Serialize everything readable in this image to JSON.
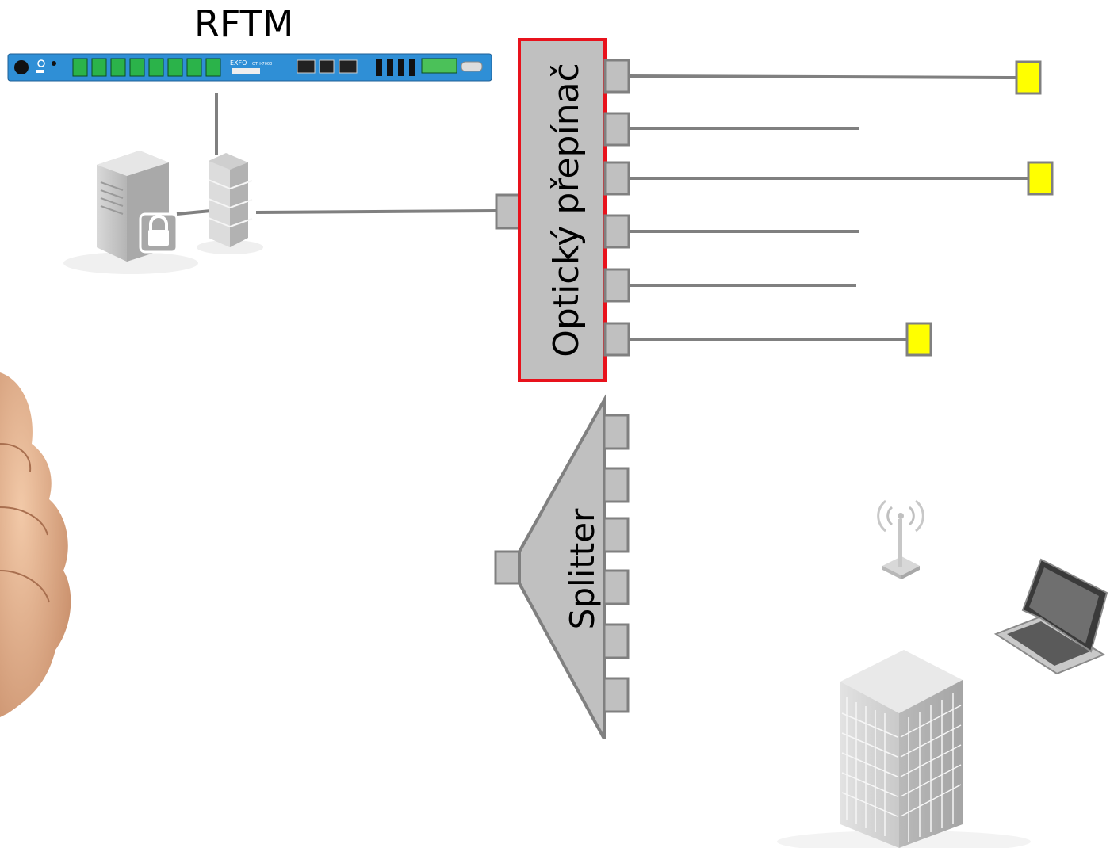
{
  "title": "RFTM",
  "rftm_device": {
    "brand": "EXFO",
    "model": "OTH-7000"
  },
  "optical_switch": {
    "label": "Optický přepínač",
    "border_color": "#e8121c",
    "fill_color": "#c0c0c0",
    "port_count": 6
  },
  "splitter": {
    "label": "Splitter",
    "fill_color": "#c0c0c0",
    "port_count": 6
  },
  "fiber_end_color": "#ffff00",
  "line_color": "#808080",
  "icons": [
    "rack-device-icon",
    "server-lock-icon",
    "firewall-icon",
    "hand-icon",
    "antenna-icon",
    "laptop-icon",
    "office-building-icon"
  ]
}
